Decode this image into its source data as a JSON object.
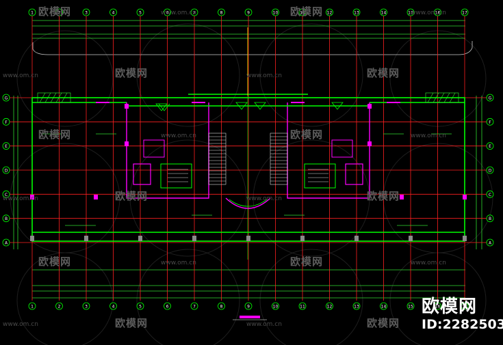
{
  "drawing": {
    "column_labels": [
      "1",
      "2",
      "3",
      "4",
      "5",
      "6",
      "7",
      "8",
      "9",
      "10",
      "11",
      "12",
      "13",
      "14",
      "15",
      "16",
      "17"
    ],
    "row_labels": [
      "A",
      "B",
      "C",
      "D",
      "E",
      "F",
      "G"
    ],
    "colors": {
      "background": "#000000",
      "axis_red": "#ff2020",
      "wall_green": "#00ff00",
      "dim_green": "#2fdc2f",
      "room_magenta": "#ff00ff",
      "column_gray": "#8a8a8a",
      "accent_yellow": "#ffff00",
      "label_white": "#ffffff"
    }
  },
  "watermark": {
    "brand_cn": "欧模网",
    "url": "www.om.cn",
    "logo_icon": "sofa-icon"
  },
  "brand_panel": {
    "name": "欧模网",
    "id_text": "ID:2282503"
  }
}
